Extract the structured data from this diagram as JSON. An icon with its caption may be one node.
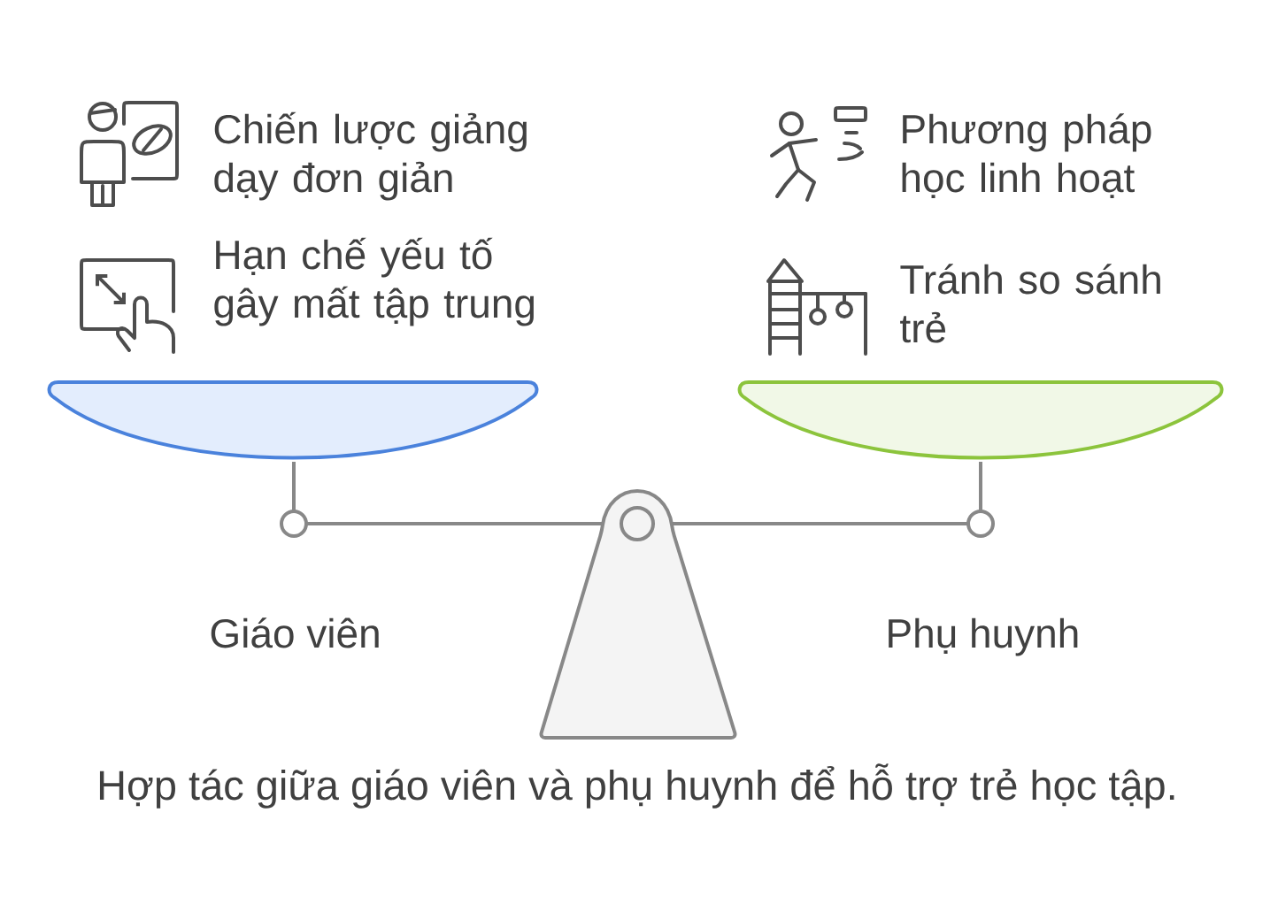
{
  "diagram": {
    "caption": "Hợp tác giữa giáo viên và phụ huynh để hỗ trợ trẻ học tập.",
    "labels": [
      "Chiến lược giảng dạy đơn giản",
      "Phương pháp học linh hoạt",
      "Hạn chế yếu tố gây mất tập trung",
      "Tránh so sánh trẻ",
      "Giáo viên",
      "Phụ huynh"
    ]
  }
}
